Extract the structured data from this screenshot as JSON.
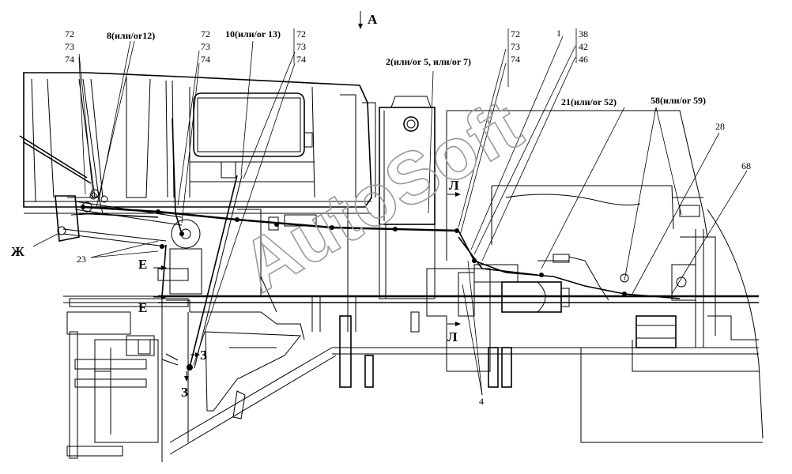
{
  "watermark": "AutoSoft",
  "view_label": "А",
  "sections": {
    "zh": "Ж",
    "e_top": "Е",
    "e_bottom": "Е",
    "z_top": "З",
    "z_bottom": "З",
    "l_top": "Л",
    "l_bottom": "Л"
  },
  "callouts": {
    "stack_left": [
      "72",
      "73",
      "74"
    ],
    "stack_mid": [
      "72",
      "73",
      "74"
    ],
    "stack_center": [
      "72",
      "73",
      "74"
    ],
    "stack_right": [
      "72",
      "73",
      "74"
    ],
    "stack_far": [
      "38",
      "42",
      "46"
    ],
    "c8": "8(или/or12)",
    "c10": "10(или/or 13)",
    "c2": "2(или/or 5, или/or 7)",
    "c1": "1",
    "c21": "21(или/or 52)",
    "c58": "58(или/or 59)",
    "c28": "28",
    "c68": "68",
    "c23": "23",
    "c4": "4"
  }
}
